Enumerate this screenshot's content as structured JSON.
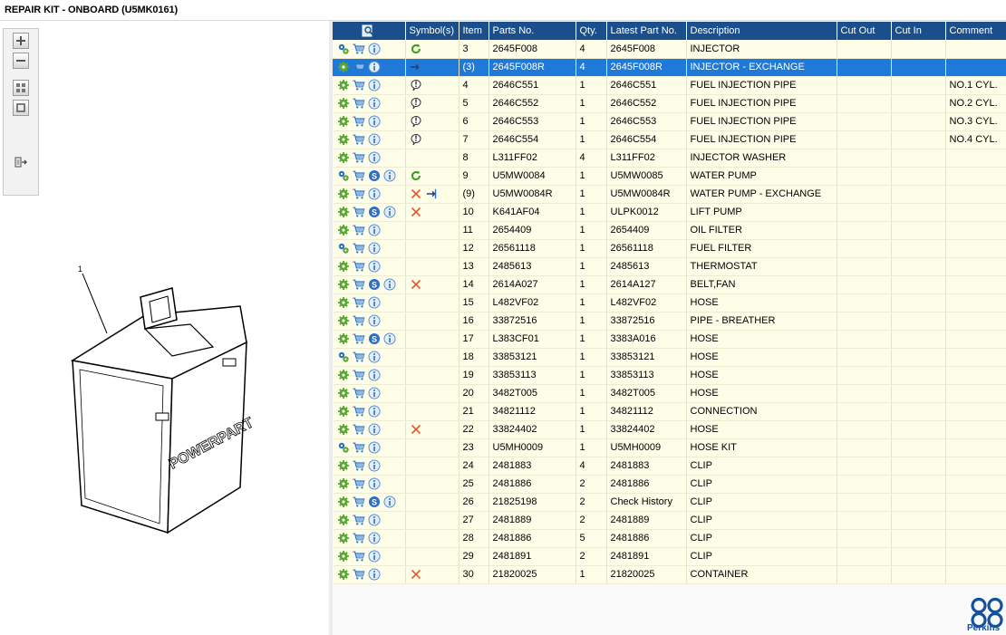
{
  "window": {
    "title": "REPAIR KIT - ONBOARD (U5MK0161)"
  },
  "drawing": {
    "callout": "1",
    "brand_text": "POWERPART"
  },
  "table": {
    "headers": [
      "",
      "Symbol(s)",
      "Item",
      "Parts No.",
      "Qty.",
      "Latest Part No.",
      "Description",
      "Cut Out",
      "Cut In",
      "Comment"
    ],
    "rows": [
      {
        "icons": [
          "gears-icon",
          "cart-icon",
          "info-icon"
        ],
        "symbols": [
          "refresh-icon"
        ],
        "item": "3",
        "part": "2645F008",
        "qty": "4",
        "latest": "2645F008",
        "desc": "INJECTOR",
        "cut_out": "",
        "cut_in": "",
        "comment": ""
      },
      {
        "icons": [
          "gear-icon",
          "cart-icon",
          "info-icon"
        ],
        "symbols": [
          "exchange-icon"
        ],
        "item": "(3)",
        "part": "2645F008R",
        "qty": "4",
        "latest": "2645F008R",
        "desc": "INJECTOR - EXCHANGE",
        "cut_out": "",
        "cut_in": "",
        "comment": "",
        "selected": true
      },
      {
        "icons": [
          "gear-icon",
          "cart-icon",
          "info-icon"
        ],
        "symbols": [
          "note-icon"
        ],
        "item": "4",
        "part": "2646C551",
        "qty": "1",
        "latest": "2646C551",
        "desc": "FUEL INJECTION PIPE",
        "cut_out": "",
        "cut_in": "",
        "comment": "NO.1 CYL."
      },
      {
        "icons": [
          "gear-icon",
          "cart-icon",
          "info-icon"
        ],
        "symbols": [
          "note-icon"
        ],
        "item": "5",
        "part": "2646C552",
        "qty": "1",
        "latest": "2646C552",
        "desc": "FUEL INJECTION PIPE",
        "cut_out": "",
        "cut_in": "",
        "comment": "NO.2 CYL."
      },
      {
        "icons": [
          "gear-icon",
          "cart-icon",
          "info-icon"
        ],
        "symbols": [
          "note-icon"
        ],
        "item": "6",
        "part": "2646C553",
        "qty": "1",
        "latest": "2646C553",
        "desc": "FUEL INJECTION PIPE",
        "cut_out": "",
        "cut_in": "",
        "comment": "NO.3 CYL."
      },
      {
        "icons": [
          "gear-icon",
          "cart-icon",
          "info-icon"
        ],
        "symbols": [
          "note-icon"
        ],
        "item": "7",
        "part": "2646C554",
        "qty": "1",
        "latest": "2646C554",
        "desc": "FUEL INJECTION PIPE",
        "cut_out": "",
        "cut_in": "",
        "comment": "NO.4 CYL."
      },
      {
        "icons": [
          "gear-icon",
          "cart-icon",
          "info-icon"
        ],
        "symbols": [],
        "item": "8",
        "part": "L311FF02",
        "qty": "4",
        "latest": "L311FF02",
        "desc": "INJECTOR WASHER",
        "cut_out": "",
        "cut_in": "",
        "comment": ""
      },
      {
        "icons": [
          "gears-icon",
          "cart-icon",
          "service-icon",
          "info-icon"
        ],
        "symbols": [
          "refresh-icon"
        ],
        "item": "9",
        "part": "U5MW0084",
        "qty": "1",
        "latest": "U5MW0085",
        "desc": "WATER PUMP",
        "cut_out": "",
        "cut_in": "",
        "comment": ""
      },
      {
        "icons": [
          "gear-icon",
          "cart-icon",
          "info-icon"
        ],
        "symbols": [
          "cross-icon",
          "exchange-icon"
        ],
        "item": "(9)",
        "part": "U5MW0084R",
        "qty": "1",
        "latest": "U5MW0084R",
        "desc": "WATER PUMP - EXCHANGE",
        "cut_out": "",
        "cut_in": "",
        "comment": ""
      },
      {
        "icons": [
          "gear-icon",
          "cart-icon",
          "service-icon",
          "info-icon"
        ],
        "symbols": [
          "cross-icon"
        ],
        "item": "10",
        "part": "K641AF04",
        "qty": "1",
        "latest": "ULPK0012",
        "desc": "LIFT PUMP",
        "cut_out": "",
        "cut_in": "",
        "comment": ""
      },
      {
        "icons": [
          "gear-icon",
          "cart-icon",
          "info-icon"
        ],
        "symbols": [],
        "item": "11",
        "part": "2654409",
        "qty": "1",
        "latest": "2654409",
        "desc": "OIL FILTER",
        "cut_out": "",
        "cut_in": "",
        "comment": ""
      },
      {
        "icons": [
          "gears-icon",
          "cart-icon",
          "info-icon"
        ],
        "symbols": [],
        "item": "12",
        "part": "26561118",
        "qty": "1",
        "latest": "26561118",
        "desc": "FUEL FILTER",
        "cut_out": "",
        "cut_in": "",
        "comment": ""
      },
      {
        "icons": [
          "gear-icon",
          "cart-icon",
          "info-icon"
        ],
        "symbols": [],
        "item": "13",
        "part": "2485613",
        "qty": "1",
        "latest": "2485613",
        "desc": "THERMOSTAT",
        "cut_out": "",
        "cut_in": "",
        "comment": ""
      },
      {
        "icons": [
          "gear-icon",
          "cart-icon",
          "service-icon",
          "info-icon"
        ],
        "symbols": [
          "cross-icon"
        ],
        "item": "14",
        "part": "2614A027",
        "qty": "1",
        "latest": "2614A127",
        "desc": "BELT,FAN",
        "cut_out": "",
        "cut_in": "",
        "comment": ""
      },
      {
        "icons": [
          "gear-icon",
          "cart-icon",
          "info-icon"
        ],
        "symbols": [],
        "item": "15",
        "part": "L482VF02",
        "qty": "1",
        "latest": "L482VF02",
        "desc": "HOSE",
        "cut_out": "",
        "cut_in": "",
        "comment": ""
      },
      {
        "icons": [
          "gear-icon",
          "cart-icon",
          "info-icon"
        ],
        "symbols": [],
        "item": "16",
        "part": "33872516",
        "qty": "1",
        "latest": "33872516",
        "desc": "PIPE - BREATHER",
        "cut_out": "",
        "cut_in": "",
        "comment": ""
      },
      {
        "icons": [
          "gear-icon",
          "cart-icon",
          "service-icon",
          "info-icon"
        ],
        "symbols": [],
        "item": "17",
        "part": "L383CF01",
        "qty": "1",
        "latest": "3383A016",
        "desc": "HOSE",
        "cut_out": "",
        "cut_in": "",
        "comment": ""
      },
      {
        "icons": [
          "gears-icon",
          "cart-icon",
          "info-icon"
        ],
        "symbols": [],
        "item": "18",
        "part": "33853121",
        "qty": "1",
        "latest": "33853121",
        "desc": "HOSE",
        "cut_out": "",
        "cut_in": "",
        "comment": ""
      },
      {
        "icons": [
          "gear-icon",
          "cart-icon",
          "info-icon"
        ],
        "symbols": [],
        "item": "19",
        "part": "33853113",
        "qty": "1",
        "latest": "33853113",
        "desc": "HOSE",
        "cut_out": "",
        "cut_in": "",
        "comment": ""
      },
      {
        "icons": [
          "gear-icon",
          "cart-icon",
          "info-icon"
        ],
        "symbols": [],
        "item": "20",
        "part": "3482T005",
        "qty": "1",
        "latest": "3482T005",
        "desc": "HOSE",
        "cut_out": "",
        "cut_in": "",
        "comment": ""
      },
      {
        "icons": [
          "gear-icon",
          "cart-icon",
          "info-icon"
        ],
        "symbols": [],
        "item": "21",
        "part": "34821112",
        "qty": "1",
        "latest": "34821112",
        "desc": "CONNECTION",
        "cut_out": "",
        "cut_in": "",
        "comment": ""
      },
      {
        "icons": [
          "gear-icon",
          "cart-icon",
          "info-icon"
        ],
        "symbols": [
          "cross-icon"
        ],
        "item": "22",
        "part": "33824402",
        "qty": "1",
        "latest": "33824402",
        "desc": "HOSE",
        "cut_out": "",
        "cut_in": "",
        "comment": ""
      },
      {
        "icons": [
          "gears-icon",
          "cart-icon",
          "info-icon"
        ],
        "symbols": [],
        "item": "23",
        "part": "U5MH0009",
        "qty": "1",
        "latest": "U5MH0009",
        "desc": "HOSE KIT",
        "cut_out": "",
        "cut_in": "",
        "comment": ""
      },
      {
        "icons": [
          "gear-icon",
          "cart-icon",
          "info-icon"
        ],
        "symbols": [],
        "item": "24",
        "part": "2481883",
        "qty": "4",
        "latest": "2481883",
        "desc": "CLIP",
        "cut_out": "",
        "cut_in": "",
        "comment": ""
      },
      {
        "icons": [
          "gear-icon",
          "cart-icon",
          "info-icon"
        ],
        "symbols": [],
        "item": "25",
        "part": "2481886",
        "qty": "2",
        "latest": "2481886",
        "desc": "CLIP",
        "cut_out": "",
        "cut_in": "",
        "comment": ""
      },
      {
        "icons": [
          "gear-icon",
          "cart-icon",
          "service-icon",
          "info-icon"
        ],
        "symbols": [],
        "item": "26",
        "part": "21825198",
        "qty": "2",
        "latest": "Check History",
        "desc": "CLIP",
        "cut_out": "",
        "cut_in": "",
        "comment": ""
      },
      {
        "icons": [
          "gear-icon",
          "cart-icon",
          "info-icon"
        ],
        "symbols": [],
        "item": "27",
        "part": "2481889",
        "qty": "2",
        "latest": "2481889",
        "desc": "CLIP",
        "cut_out": "",
        "cut_in": "",
        "comment": ""
      },
      {
        "icons": [
          "gear-icon",
          "cart-icon",
          "info-icon"
        ],
        "symbols": [],
        "item": "28",
        "part": "2481886",
        "qty": "5",
        "latest": "2481886",
        "desc": "CLIP",
        "cut_out": "",
        "cut_in": "",
        "comment": ""
      },
      {
        "icons": [
          "gear-icon",
          "cart-icon",
          "info-icon"
        ],
        "symbols": [],
        "item": "29",
        "part": "2481891",
        "qty": "2",
        "latest": "2481891",
        "desc": "CLIP",
        "cut_out": "",
        "cut_in": "",
        "comment": ""
      },
      {
        "icons": [
          "gear-icon",
          "cart-icon",
          "info-icon"
        ],
        "symbols": [
          "cross-icon"
        ],
        "item": "30",
        "part": "21820025",
        "qty": "1",
        "latest": "21820025",
        "desc": "CONTAINER",
        "cut_out": "",
        "cut_in": "",
        "comment": ""
      }
    ]
  },
  "logo": {
    "text": "Perkins"
  },
  "colors": {
    "header": "#1b4f8c",
    "row_bg": "#fefde8",
    "selected": "#1f79d8",
    "brand": "#14509c"
  }
}
